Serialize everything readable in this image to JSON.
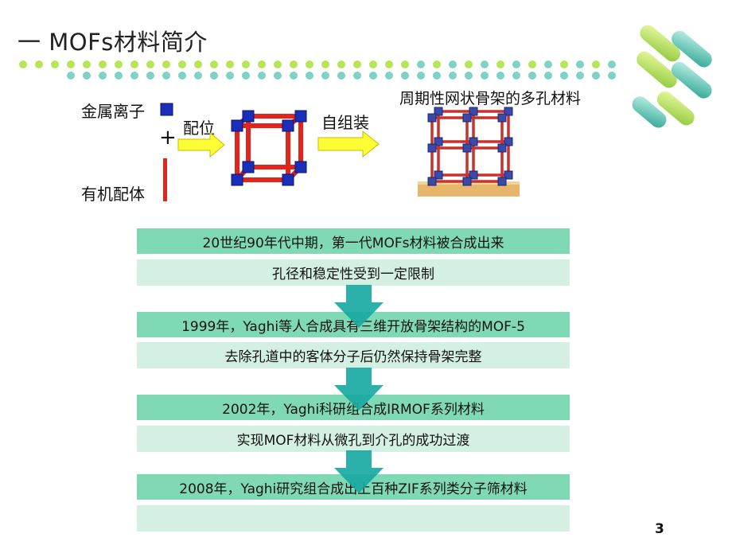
{
  "slide": {
    "title": "一 MOFs材料简介",
    "page_number": "3"
  },
  "diagram": {
    "metal_ion_label": "金属离子",
    "plus": "+",
    "ligand_label": "有机配体",
    "coordination_label": "配位",
    "self_assembly_label": "自组装",
    "framework_label": "周期性网状骨架的多孔材料"
  },
  "timeline": [
    {
      "heading": "20世纪90年代中期，第一代MOFs材料被合成出来",
      "detail": "孔径和稳定性受到一定限制"
    },
    {
      "heading": "1999年，Yaghi等人合成具有三维开放骨架结构的MOF-5",
      "detail": "去除孔道中的客体分子后仍然保持骨架完整"
    },
    {
      "heading": "2002年，Yaghi科研组合成IRMOF系列材料",
      "detail": "实现MOF材料从微孔到介孔的成功过渡"
    },
    {
      "heading": "2008年，Yaghi研究组合成出上百种ZIF系列类分子筛材料",
      "detail": ""
    }
  ],
  "colors": {
    "dot_green": "#b5e655",
    "dot_teal": "#7fd3c6",
    "row_dark": "#7fd9b4",
    "row_light": "#d4f0e2",
    "arrow_teal": "#19a9a3",
    "yellow_arrow": "#ffff33",
    "frame_red": "#e3241b",
    "node_blue": "#1a2fb8"
  }
}
